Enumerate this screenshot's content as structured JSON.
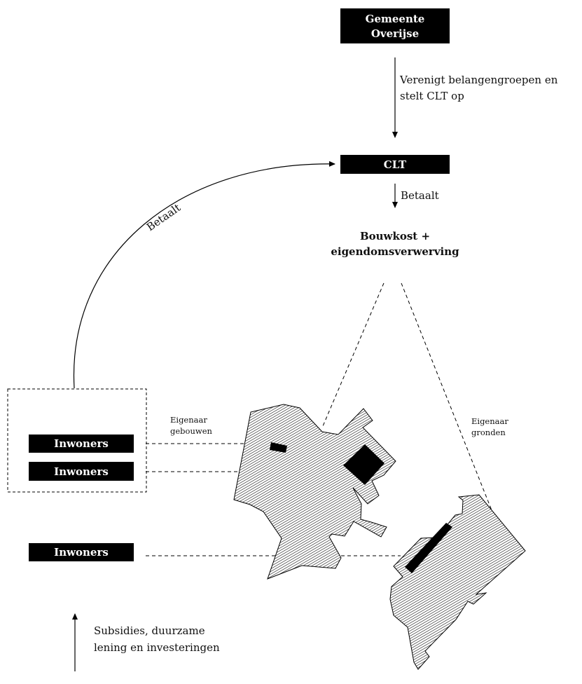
{
  "nodes": {
    "gemeente": {
      "line1": "Gemeente",
      "line2": "Overijse"
    },
    "clt": {
      "label": "CLT"
    },
    "inwoners": [
      "Inwoners",
      "Inwoners",
      "Inwoners"
    ]
  },
  "edges": {
    "gemeente_to_clt": {
      "line1": "Verenigt belangengroepen en",
      "line2": "stelt CLT op"
    },
    "clt_pays": {
      "label": "Betaalt"
    },
    "inwoners_pay": {
      "label": "Betaalt"
    },
    "funding": {
      "line1": "Subsidies, duurzame",
      "line2": "lening en investeringen"
    }
  },
  "target": {
    "line1": "Bouwkost +",
    "line2": "eigendomsverwerving"
  },
  "ownership": {
    "buildings": {
      "line1": "Eigenaar",
      "line2": "gebouwen"
    },
    "land": {
      "line1": "Eigenaar",
      "line2": "gronden"
    }
  },
  "colors": {
    "box_fill": "#000000",
    "line": "#111111",
    "hatch_fill": "#ffffff"
  }
}
